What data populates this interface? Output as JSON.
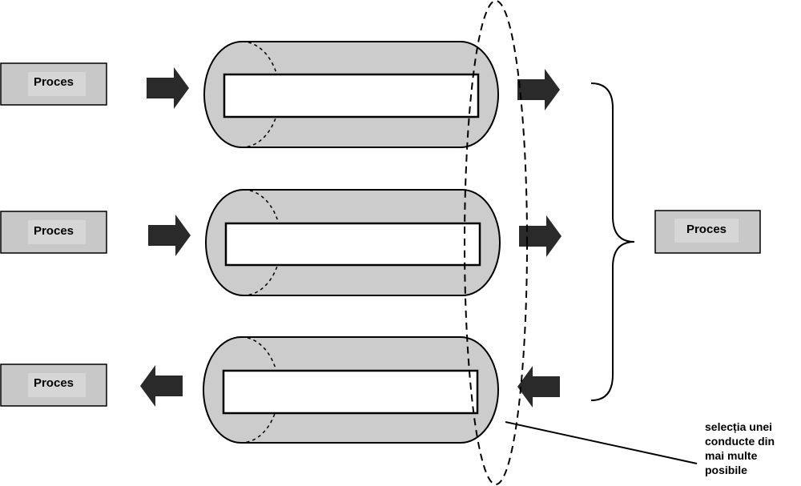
{
  "processes": {
    "left_top": "Proces",
    "left_middle": "Proces",
    "left_bottom": "Proces",
    "right": "Proces"
  },
  "annotation": {
    "lines": [
      "selecția unei",
      "conducte din",
      "mai multe",
      "posibile"
    ]
  },
  "colors": {
    "box_fill": "#c8c8c8",
    "box_inner": "#d6d6d6",
    "pipe_fill": "#cccccc",
    "arrow_fill": "#2a2a2a",
    "stroke": "#000000"
  }
}
